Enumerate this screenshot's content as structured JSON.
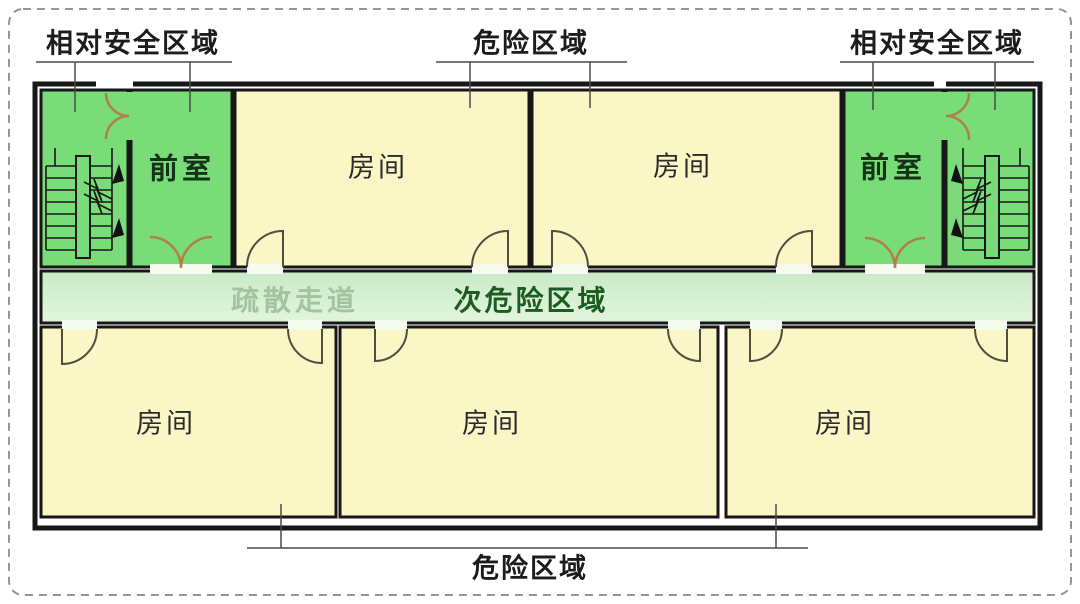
{
  "plan": {
    "type": "building-evacuation-floor-plan",
    "callouts": {
      "top_left": "相对安全区域",
      "top_middle": "危险区域",
      "top_right": "相对安全区域",
      "bottom": "危险区域"
    },
    "labels": {
      "vestibule_left": "前室",
      "vestibule_right": "前室",
      "rooms_top": [
        {
          "label": "房间"
        },
        {
          "label": "房间"
        }
      ],
      "rooms_bottom": [
        {
          "label": "房间"
        },
        {
          "label": "房间"
        },
        {
          "label": "房间"
        }
      ],
      "corridor_walkway": "疏散走道",
      "corridor_zone": "次危险区域"
    },
    "colors": {
      "safe_area_green": "#79DC79",
      "corridor_green_top": "#C9EAC6",
      "corridor_green_bottom": "#E2F5DE",
      "room_yellow": "#FAF6C6",
      "wall_black": "#171717",
      "double_door_brown": "#B08048",
      "door_swing_dark": "#4F4F3F",
      "corridor_text_muted": "#A4C3A1",
      "corridor_text_dark": "#1D5C20",
      "callout_text": "#1C1C1C",
      "dashed_frame_gray": "#969696"
    }
  }
}
